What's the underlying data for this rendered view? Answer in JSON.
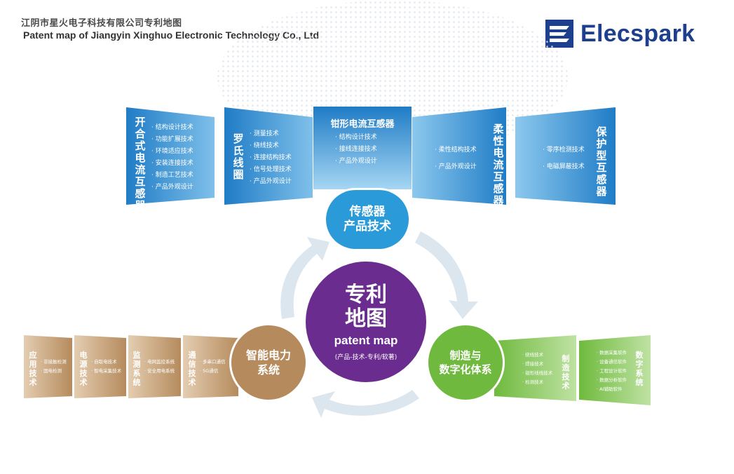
{
  "header": {
    "title_cn": "江阴市星火电子科技有限公司专利地图",
    "title_en": "Patent map of Jiangyin Xinghuo Electronic Technology Co., Ltd",
    "logo_text": "Elecspark"
  },
  "center": {
    "title_line1": "专利",
    "title_line2": "地图",
    "subtitle": "patent map",
    "caption": "(产品-技术-专利/软著)"
  },
  "hubs": {
    "sensor": {
      "line1": "传感器",
      "line2": "产品技术"
    },
    "power": {
      "line1": "智能电力",
      "line2": "系统"
    },
    "digital": {
      "line1": "制造与",
      "line2": "数字化体系"
    }
  },
  "top_panels": [
    {
      "title": "开合式电流互感器",
      "items": [
        "结构设计技术",
        "功能扩展技术",
        "环境适应技术",
        "安装连接技术",
        "制造工艺技术",
        "产品外观设计"
      ]
    },
    {
      "title": "罗氏线圈",
      "items": [
        "测量技术",
        "绕线技术",
        "连接结构技术",
        "信号处理技术",
        "产品外观设计"
      ]
    },
    {
      "title": "钳形电流互感器",
      "items": [
        "结构设计技术",
        "接线连接技术",
        "产品外观设计"
      ]
    },
    {
      "title": "柔性电流互感器",
      "items": [
        "柔性结构技术",
        "产品外观设计"
      ]
    },
    {
      "title": "保护型互感器",
      "items": [
        "零序检测技术",
        "电磁屏蔽技术"
      ]
    }
  ],
  "left_panels": [
    {
      "title": "应用技术",
      "items": [
        "非接触检测",
        "固电检测"
      ]
    },
    {
      "title": "电源技术",
      "items": [
        "自取电技术",
        "智电采集技术"
      ]
    },
    {
      "title": "监测系统",
      "items": [
        "电网监控系统",
        "安全用电系统"
      ]
    },
    {
      "title": "通信技术",
      "items": [
        "多串口通信",
        "5G通信"
      ]
    }
  ],
  "right_panels": [
    {
      "title": "制造技术",
      "items": [
        "绕线技术",
        "焊接技术",
        "钳形线线技术",
        "检测技术"
      ]
    },
    {
      "title": "数字系统",
      "items": [
        "数据采集软件",
        "设备通信软件",
        "工程设计软件",
        "数据分析软件",
        "AI辅助软件"
      ]
    }
  ],
  "colors": {
    "blue": "#2a8bd4",
    "purple": "#6a2c8e",
    "brown": "#b58b5d",
    "green": "#6fba3e",
    "logo_blue": "#1d3f8e"
  }
}
